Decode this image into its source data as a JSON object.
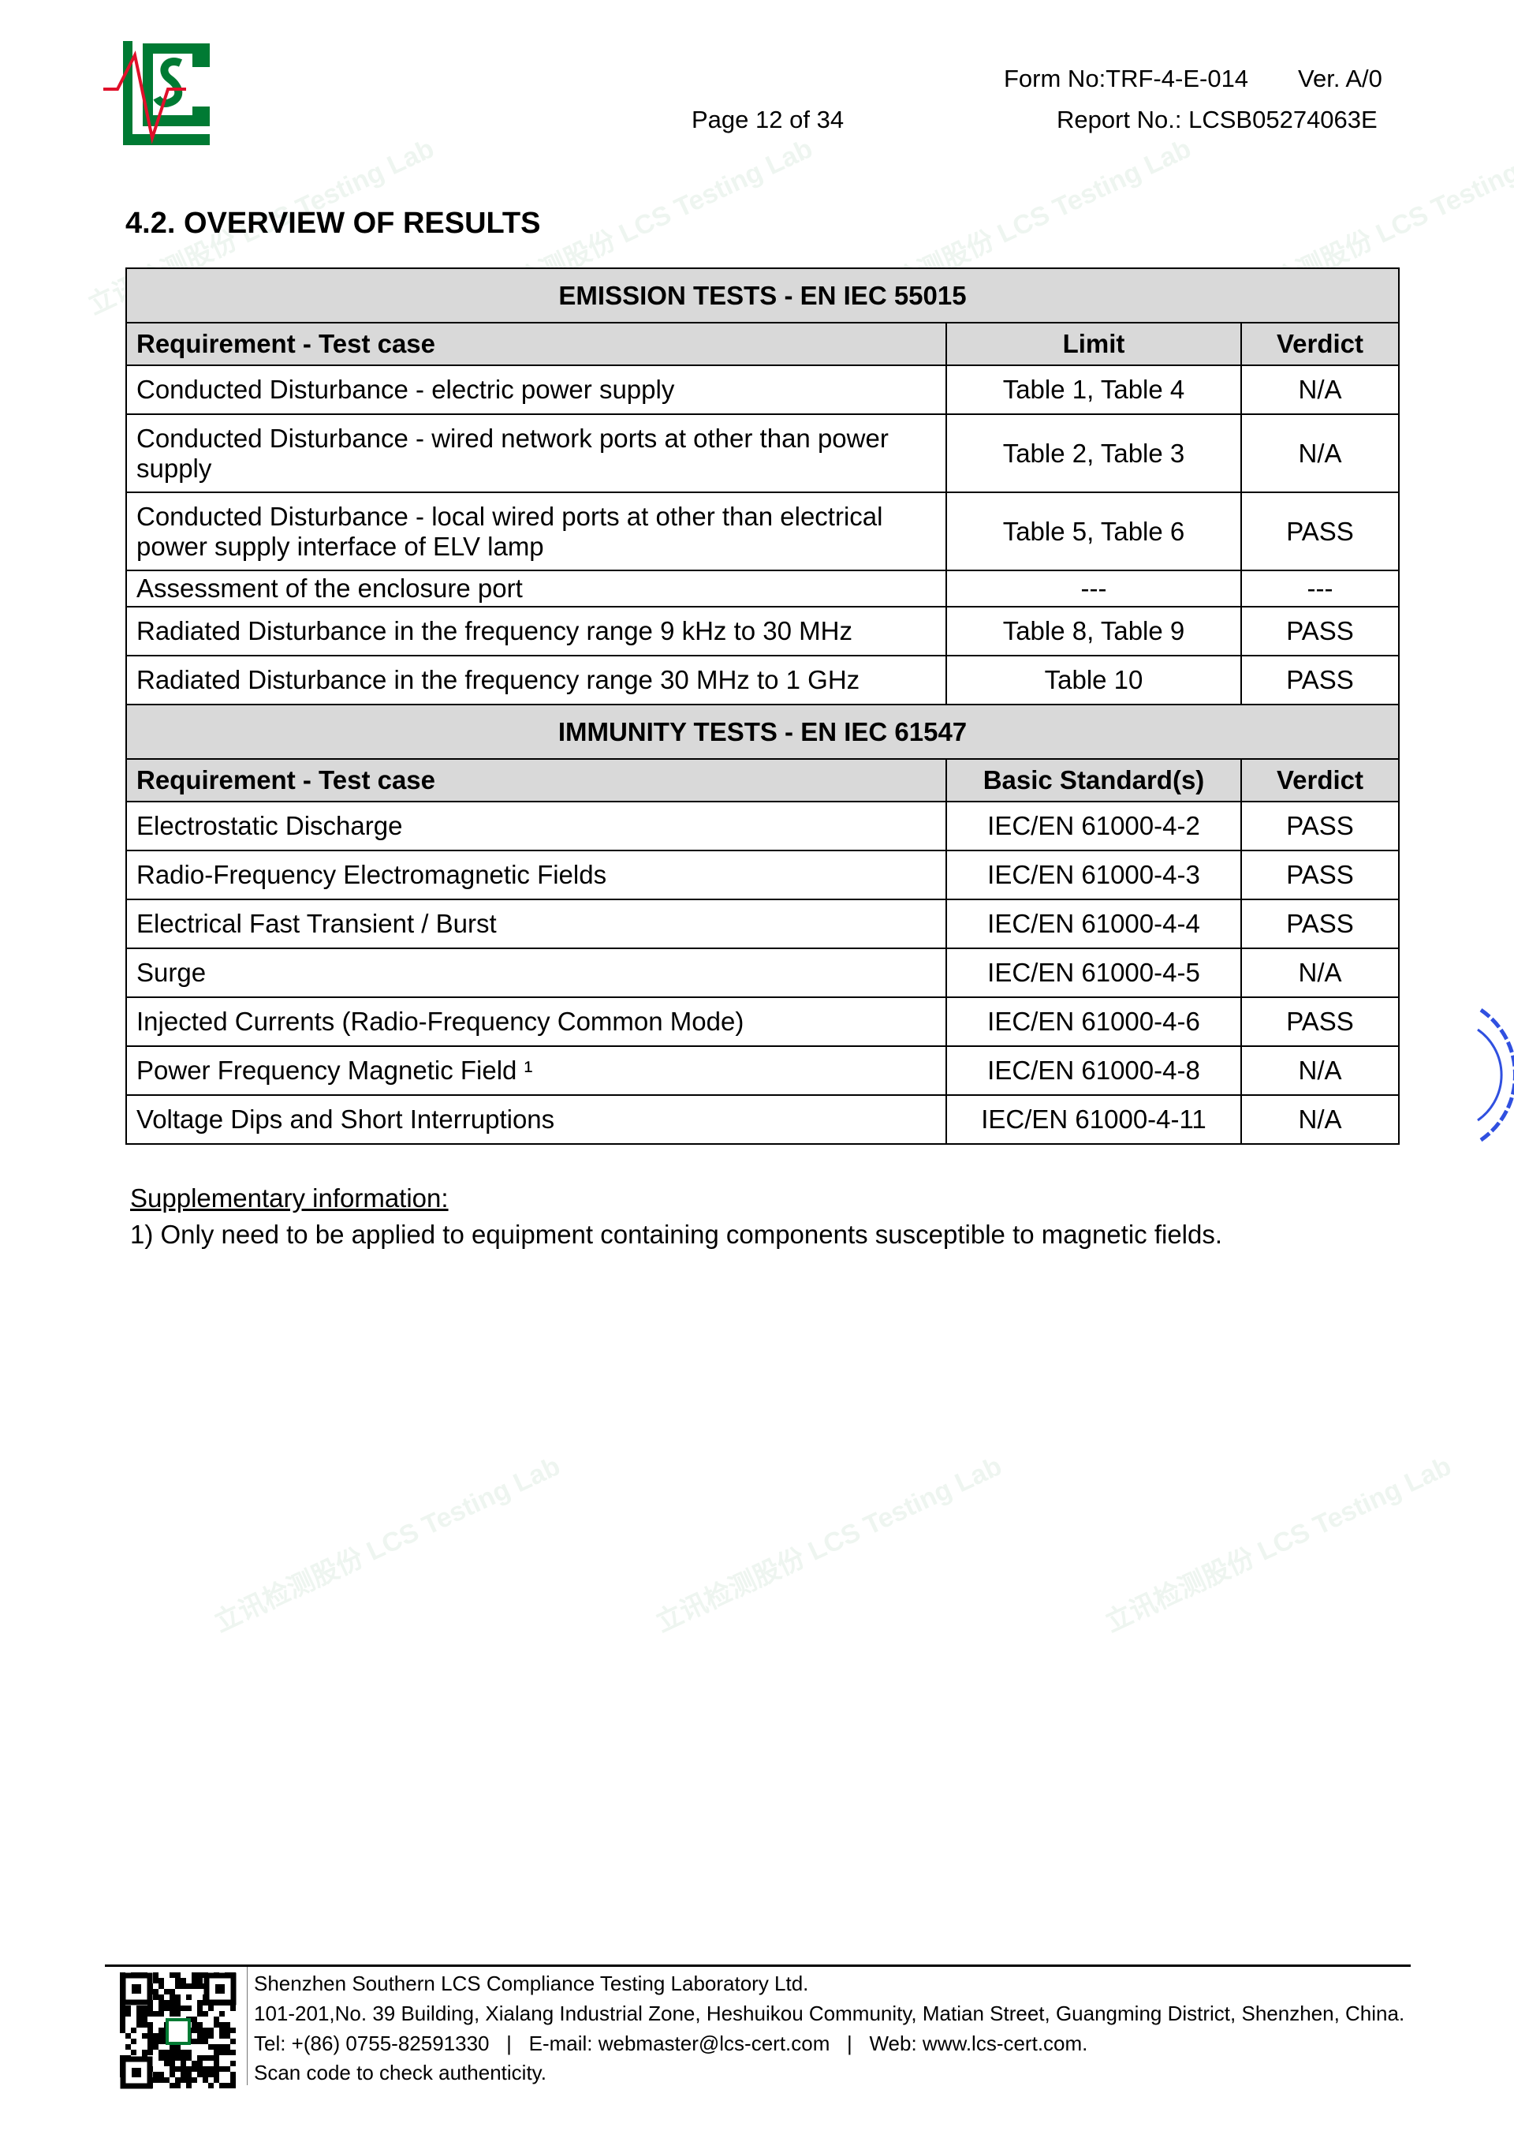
{
  "header": {
    "logo_text": "LCS",
    "form_no": "Form No:TRF-4-E-014",
    "version": "Ver. A/0",
    "page": "Page 12 of 34",
    "report_no": "Report No.: LCSB05274063E"
  },
  "section_title": "4.2.  OVERVIEW OF RESULTS",
  "emission": {
    "title": "EMISSION TESTS - EN IEC 55015",
    "columns": [
      "Requirement - Test case",
      "Limit",
      "Verdict"
    ],
    "rows": [
      [
        "Conducted Disturbance - electric power supply",
        "Table 1, Table 4",
        "N/A"
      ],
      [
        "Conducted Disturbance - wired network ports at other than power supply",
        "Table 2, Table 3",
        "N/A"
      ],
      [
        "Conducted Disturbance - local wired ports at other than electrical power supply interface of ELV lamp",
        "Table 5, Table 6",
        "PASS"
      ],
      [
        "Assessment of the enclosure port",
        "---",
        "---"
      ],
      [
        "Radiated Disturbance in the frequency range 9 kHz to 30 MHz",
        "Table 8, Table 9",
        "PASS"
      ],
      [
        "Radiated Disturbance in the frequency range 30 MHz to 1 GHz",
        "Table 10",
        "PASS"
      ]
    ]
  },
  "immunity": {
    "title": "IMMUNITY TESTS - EN IEC 61547",
    "columns": [
      "Requirement - Test case",
      "Basic Standard(s)",
      "Verdict"
    ],
    "rows": [
      [
        "Electrostatic Discharge",
        "IEC/EN 61000-4-2",
        "PASS"
      ],
      [
        "Radio-Frequency Electromagnetic Fields",
        "IEC/EN 61000-4-3",
        "PASS"
      ],
      [
        "Electrical Fast Transient / Burst",
        "IEC/EN 61000-4-4",
        "PASS"
      ],
      [
        "Surge",
        "IEC/EN 61000-4-5",
        "N/A"
      ],
      [
        "Injected Currents (Radio-Frequency Common Mode)",
        "IEC/EN 61000-4-6",
        "PASS"
      ],
      [
        "Power Frequency Magnetic Field ¹",
        "IEC/EN 61000-4-8",
        "N/A"
      ],
      [
        "Voltage Dips and Short Interruptions",
        "IEC/EN 61000-4-11",
        "N/A"
      ]
    ]
  },
  "supplementary": {
    "label": "Supplementary information:",
    "note": "1)  Only need to be applied to equipment containing components susceptible to magnetic fields."
  },
  "footer": {
    "company": "Shenzhen Southern LCS Compliance Testing Laboratory Ltd.",
    "address": "101-201,No. 39 Building, Xialang Industrial Zone, Heshuikou Community, Matian Street, Guangming District, Shenzhen, China.",
    "contact": "Tel: +(86) 0755-82591330   |   E-mail: webmaster@lcs-cert.com   |   Web: www.lcs-cert.com.",
    "scan": "Scan code to check authenticity."
  },
  "watermark": "立讯检测股份 LCS Testing Lab",
  "colors": {
    "logo_green": "#007a33",
    "logo_red": "#e0102a",
    "header_bg": "#d9d9d9",
    "stamp_blue": "#3050e0"
  }
}
